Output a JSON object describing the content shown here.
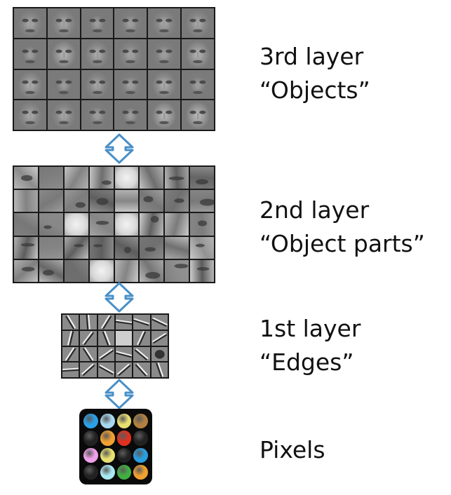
{
  "layers": [
    {
      "name": "3rd layer",
      "desc": "“Objects”"
    },
    {
      "name": "2nd layer",
      "desc": "“Object parts”"
    },
    {
      "name": "1st layer",
      "desc": "“Edges”"
    },
    {
      "name": "Pixels"
    }
  ],
  "colors": {
    "arrow": "#4a90c8",
    "pixel_dots": [
      "#2aa0e8",
      "#a8d8f0",
      "#e8e070",
      "#b08040",
      "#222222",
      "#f0a030",
      "#e03020",
      "#222222",
      "#f0a0e8",
      "#e8e070",
      "#222222",
      "#2a9ee0",
      "#222222",
      "#a8e8f0",
      "#40b040",
      "#f0a030"
    ]
  }
}
